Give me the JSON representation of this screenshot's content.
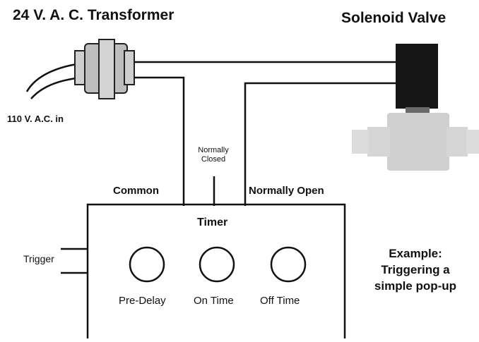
{
  "labels": {
    "transformer": "24 V. A. C. Transformer",
    "solenoid": "Solenoid Valve",
    "input": "110 V. A.C. in",
    "normally_closed_line1": "Normally",
    "normally_closed_line2": "Closed",
    "common": "Common",
    "normally_open": "Normally Open",
    "timer": "Timer",
    "trigger": "Trigger",
    "pre_delay": "Pre-Delay",
    "on_time": "On Time",
    "off_time": "Off Time",
    "example_line1": "Example:",
    "example_line2": "Triggering a",
    "example_line3": "simple pop-up"
  }
}
